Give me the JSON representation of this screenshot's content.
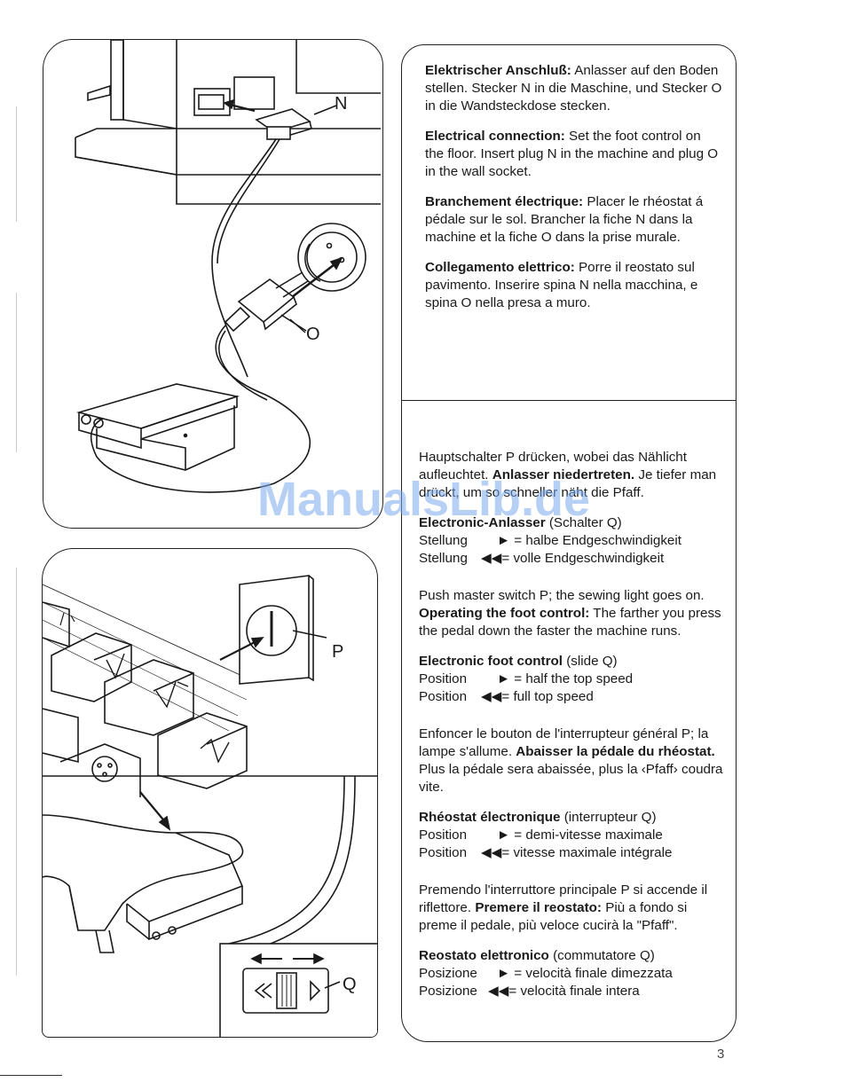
{
  "watermark": "ManualsLib.de",
  "page_number": "3",
  "labels": {
    "N": "N",
    "O": "O",
    "P": "P",
    "Q": "Q"
  },
  "icons": [
    "arrow-icon",
    "play-icon",
    "fast-reverse-icon"
  ],
  "top": {
    "de": {
      "title": "Elektrischer Anschluß:",
      "text": " Anlasser auf den Boden stellen. Stecker N in die Maschine, und Stecker O in die Wandsteckdose stecken."
    },
    "en": {
      "title": "Electrical connection:",
      "text": " Set the foot control on the floor. Insert plug N in the machine and plug O in the wall socket."
    },
    "fr": {
      "title": "Branchement électrique:",
      "text": " Placer le rhéostat á pédale sur le sol. Brancher la fiche N dans la machine et la fiche O dans la prise murale."
    },
    "it": {
      "title": "Collegamento elettrico:",
      "text": " Porre il reostato sul pavimento. Inserire spina N nella macchina, e spina O nella presa a muro."
    }
  },
  "bottom": {
    "de": {
      "intro": "Hauptschalter P drücken, wobei das Nählicht aufleuchtet. ",
      "intro_bold": "Anlasser niedertreten.",
      "intro_tail": " Je tiefer man drückt, um so schneller näht die Pfaff.",
      "title": "Electronic-Anlasser",
      "title_tail": " (Schalter Q)",
      "pos1_key": "Stellung",
      "pos1_val": "= halbe Endgeschwindigkeit",
      "pos2_key": "Stellung",
      "pos2_val": "= volle Endgeschwindigkeit"
    },
    "en": {
      "intro": "Push master switch P; the sewing light goes on. ",
      "intro_bold": "Operating the foot control:",
      "intro_tail": " The farther you press the pedal down the faster the machine runs.",
      "title": "Electronic foot control",
      "title_tail": " (slide Q)",
      "pos1_key": "Position",
      "pos1_val": "= half the top speed",
      "pos2_key": "Position",
      "pos2_val": "= full top speed"
    },
    "fr": {
      "intro": "Enfoncer le bouton de l'interrupteur général P; la lampe s'allume. ",
      "intro_bold": "Abaisser la pédale du rhéostat.",
      "intro_tail": " Plus la pédale sera abaissée, plus la ‹Pfaff› coudra vite.",
      "title": "Rhéostat électronique",
      "title_tail": " (interrupteur Q)",
      "pos1_key": "Position",
      "pos1_val": "= demi-vitesse maximale",
      "pos2_key": "Position",
      "pos2_val": "= vitesse maximale intégrale"
    },
    "it": {
      "intro": "Premendo l'interruttore principale P si accende il riflettore. ",
      "intro_bold": "Premere il reostato:",
      "intro_tail": " Più a fondo si preme il pedale, più veloce cucirà la \"Pfaff\".",
      "title": "Reostato elettronico",
      "title_tail": " (commutatore Q)",
      "pos1_key": "Posizione",
      "pos1_val": "= velocità finale dimezzata",
      "pos2_key": "Posizione",
      "pos2_val": "= velocità finale intera"
    }
  }
}
